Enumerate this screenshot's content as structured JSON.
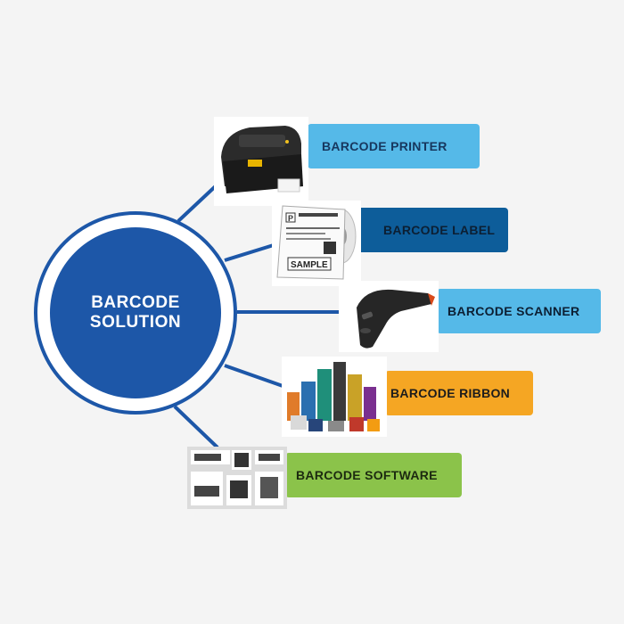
{
  "center": {
    "title": "BARCODE\nSOLUTION",
    "fill": "#1d57a8"
  },
  "items": [
    {
      "label": "BARCODE PRINTER",
      "color": "#55b9e8",
      "text_color": "#17375e",
      "icon": "printer-icon"
    },
    {
      "label": "BARCODE LABEL",
      "color": "#0d5d9a",
      "text_color": "#0c1f33",
      "icon": "label-roll-icon",
      "thumb_text": [
        "P",
        "SAMPLE"
      ]
    },
    {
      "label": "BARCODE SCANNER",
      "color": "#55b9e8",
      "text_color": "#0c1f33",
      "icon": "scanner-icon"
    },
    {
      "label": "BARCODE RIBBON",
      "color": "#f5a623",
      "text_color": "#1c1c1c",
      "icon": "ribbon-rolls-icon"
    },
    {
      "label": "BARCODE SOFTWARE",
      "color": "#8bc34a",
      "text_color": "#1c2a10",
      "icon": "software-labels-icon"
    }
  ]
}
